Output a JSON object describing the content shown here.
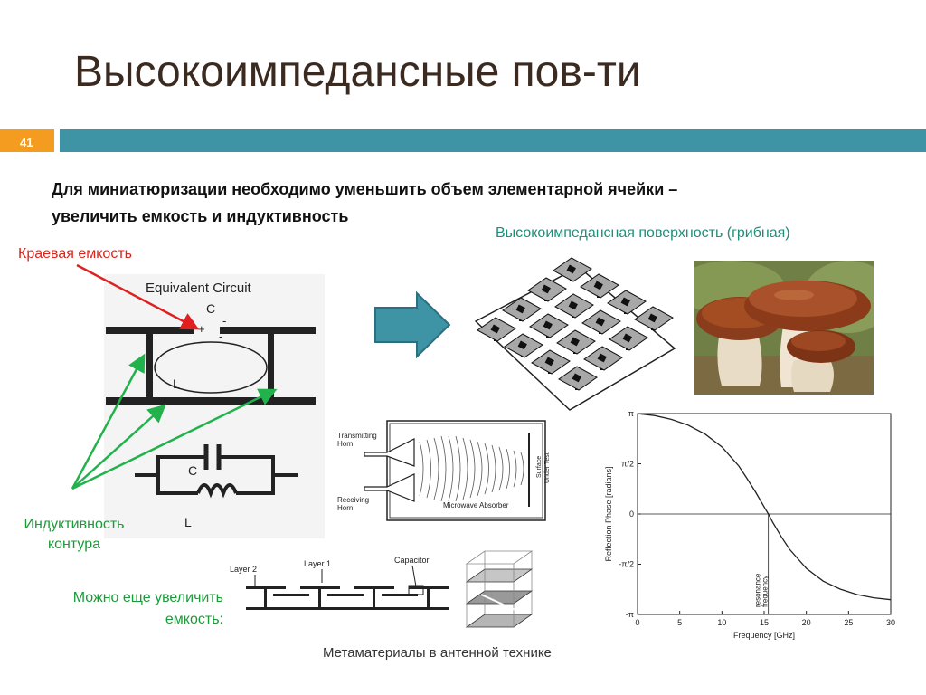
{
  "slide": {
    "title": "Высокоимпедансные пов-ти",
    "number": "41",
    "bullet_line1": "Для миниатюризации необходимо уменьшить объем элементарной ячейки –",
    "bullet_line2": "увеличить емкость и индуктивность",
    "label_fringe_capacitance": "Краевая емкость",
    "label_mushroom_surface": "Высокоимпедансная поверхность (грибная)",
    "label_inductance_line1": "Индуктивность",
    "label_inductance_line2": "контура",
    "label_more_capacitance_line1": "Можно еще увеличить",
    "label_more_capacitance_line2": "емкость:",
    "footer": "Метаматериалы в антенной технике"
  },
  "circuit": {
    "title": "Equivalent Circuit",
    "c_label": "C",
    "l_label": "L",
    "c2_label": "C",
    "l2_label": "L",
    "plus": "+",
    "minus": "-"
  },
  "measurement": {
    "transmitting": "Transmitting",
    "horn1": "Horn",
    "receiving": "Receiving",
    "horn2": "Horn",
    "surface1": "Surface",
    "surface2": "Under Test",
    "absorber": "Microwave Absorber"
  },
  "layers": {
    "layer2": "Layer 2",
    "layer1": "Layer 1",
    "capacitor": "Capacitor"
  },
  "chart_data": {
    "type": "line",
    "xlabel": "Frequency [GHz]",
    "ylabel": "Reflection Phase [radians]",
    "xlim": [
      0,
      30
    ],
    "ylim": [
      -3.14159,
      3.14159
    ],
    "x_ticks": [
      0,
      5,
      10,
      15,
      20,
      25,
      30
    ],
    "y_ticks": [
      {
        "value": 3.14159,
        "label": "π"
      },
      {
        "value": 1.5708,
        "label": "π/2"
      },
      {
        "value": 0,
        "label": "0"
      },
      {
        "value": -1.5708,
        "label": "-π/2"
      },
      {
        "value": -3.14159,
        "label": "-π"
      }
    ],
    "annotation": "resonance frequency",
    "annotation_line1": "resonance",
    "annotation_line2": "frequency",
    "annotation_x": 15.5,
    "series": [
      {
        "x": [
          0,
          2,
          4,
          6,
          8,
          10,
          12,
          13,
          14,
          15,
          15.5,
          16,
          17,
          18,
          20,
          22,
          24,
          26,
          28,
          30
        ],
        "values": [
          3.14,
          3.08,
          2.96,
          2.78,
          2.5,
          2.1,
          1.5,
          1.1,
          0.68,
          0.22,
          0.0,
          -0.25,
          -0.7,
          -1.1,
          -1.7,
          -2.1,
          -2.35,
          -2.52,
          -2.62,
          -2.68
        ]
      }
    ],
    "grid": false
  }
}
